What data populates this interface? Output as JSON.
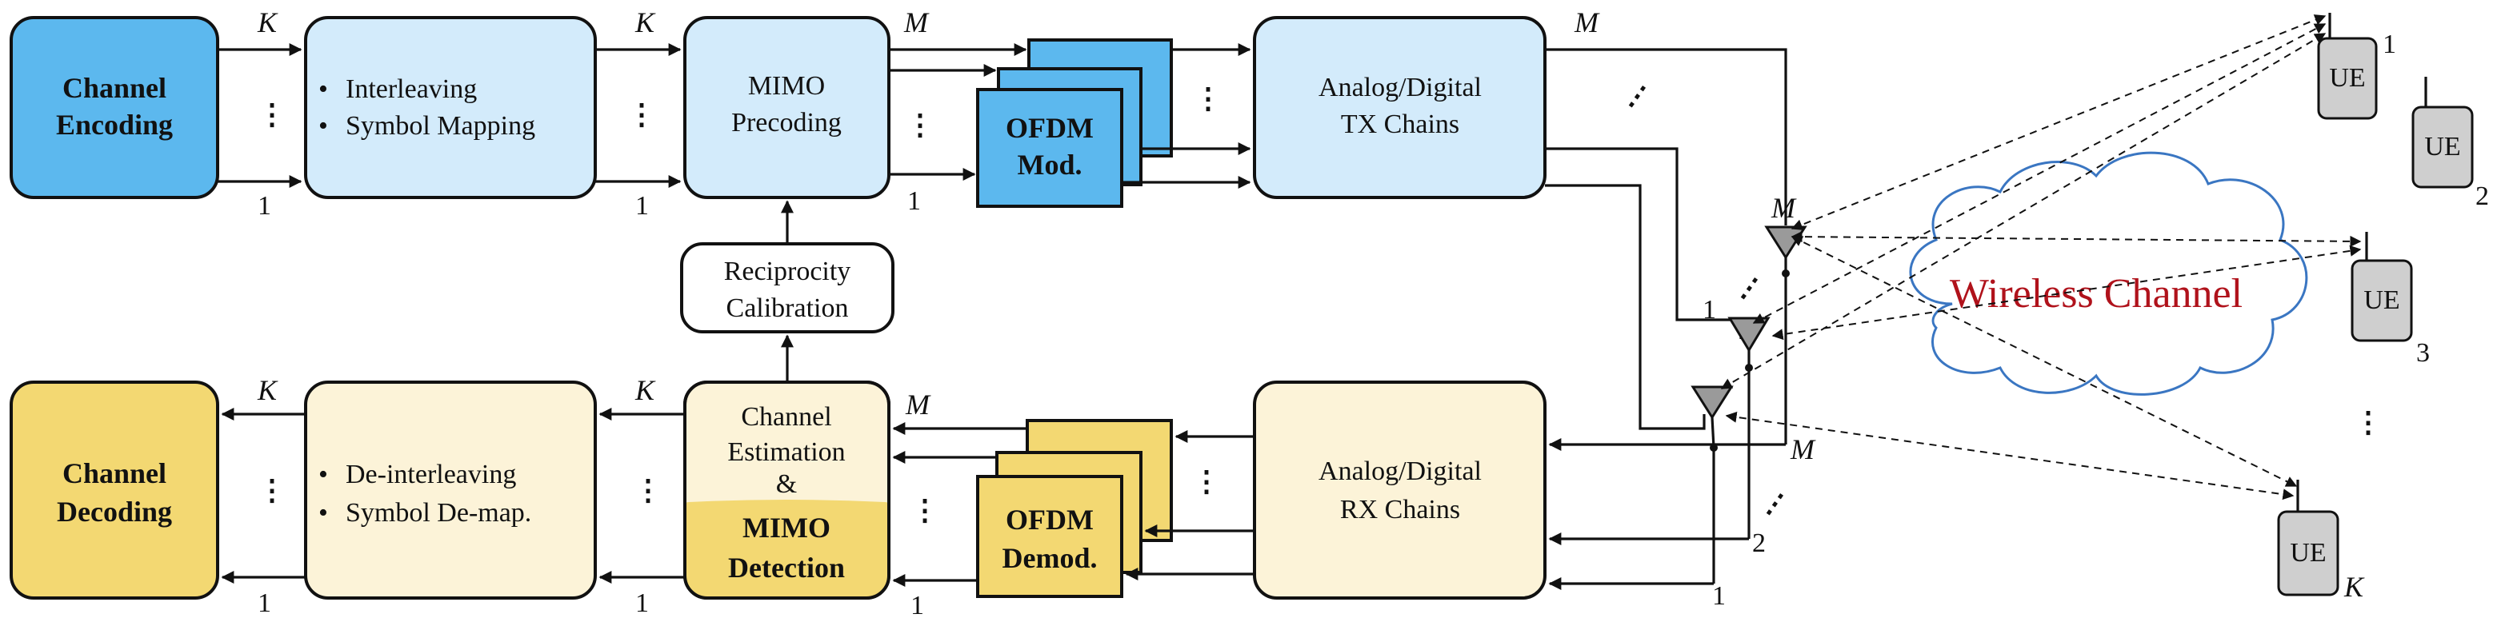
{
  "colors": {
    "encode_fill": "#5cb8ee",
    "tx_fill": "#d3ebfb",
    "decode_fill": "#f3d872",
    "rx_fill": "#fcf3d8",
    "cloud_stroke": "#3a76c2",
    "cloud_text": "#b0121b",
    "antenna_fill": "#9a9a9a",
    "ue_fill": "#cfcfcf"
  },
  "tx": {
    "encoding": [
      "Channel",
      "Encoding"
    ],
    "interleave_bullets": [
      "Interleaving",
      "Symbol Mapping"
    ],
    "precoding": [
      "MIMO",
      "Precoding"
    ],
    "ofdm_mod": [
      "OFDM",
      "Mod."
    ],
    "tx_chains": [
      "Analog/Digital",
      "TX Chains"
    ]
  },
  "rx": {
    "decoding": [
      "Channel",
      "Decoding"
    ],
    "deinterleave_bullets": [
      "De-interleaving",
      "Symbol De-map."
    ],
    "estimation": [
      "Channel",
      "Estimation",
      "&"
    ],
    "detection": [
      "MIMO",
      "Detection"
    ],
    "ofdm_demod": [
      "OFDM",
      "Demod."
    ],
    "rx_chains": [
      "Analog/Digital",
      "RX Chains"
    ]
  },
  "calibration": [
    "Reciprocity",
    "Calibration"
  ],
  "labels": {
    "K": "K",
    "M": "M",
    "one": "1",
    "two": "2",
    "bullet": "•"
  },
  "channel_label": "Wireless Channel",
  "ue": {
    "text": "UE",
    "indices": [
      "1",
      "2",
      "3",
      "K"
    ]
  }
}
